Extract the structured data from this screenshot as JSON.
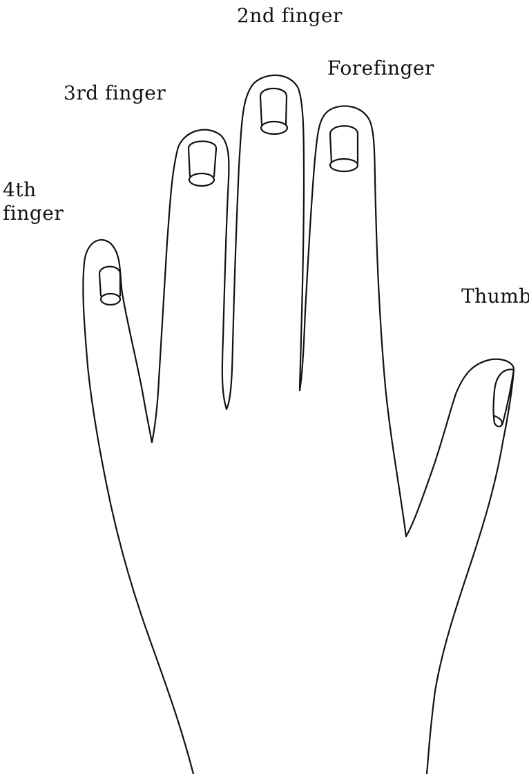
{
  "labels": {
    "second_finger": "2nd finger",
    "forefinger": "Forefinger",
    "third_finger": "3rd finger",
    "fourth_finger": "4th\nfinger",
    "thumb": "Thumb"
  },
  "colors": {
    "line": "#111111",
    "background": "#ffffff"
  }
}
